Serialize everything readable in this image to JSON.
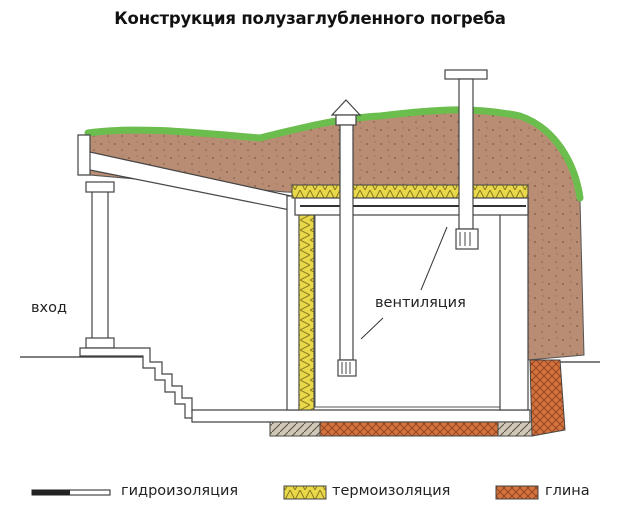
{
  "title": "Конструкция полузаглубленного погреба",
  "labels": {
    "entrance": "вход",
    "ventilation": "вентиляция"
  },
  "legend": [
    {
      "key": "waterproofing",
      "label": "гидроизоляция",
      "color": "#222222"
    },
    {
      "key": "insulation",
      "label": "термоизоляция",
      "color": "#e8d84a"
    },
    {
      "key": "clay",
      "label": "глина",
      "color": "#d2733f"
    }
  ],
  "colors": {
    "soil": "#b88d73",
    "grass": "#6bbd4e",
    "wall": "#ffffff",
    "outline": "#444444",
    "insulation": "#e8d84a",
    "clay": "#d2733f"
  }
}
